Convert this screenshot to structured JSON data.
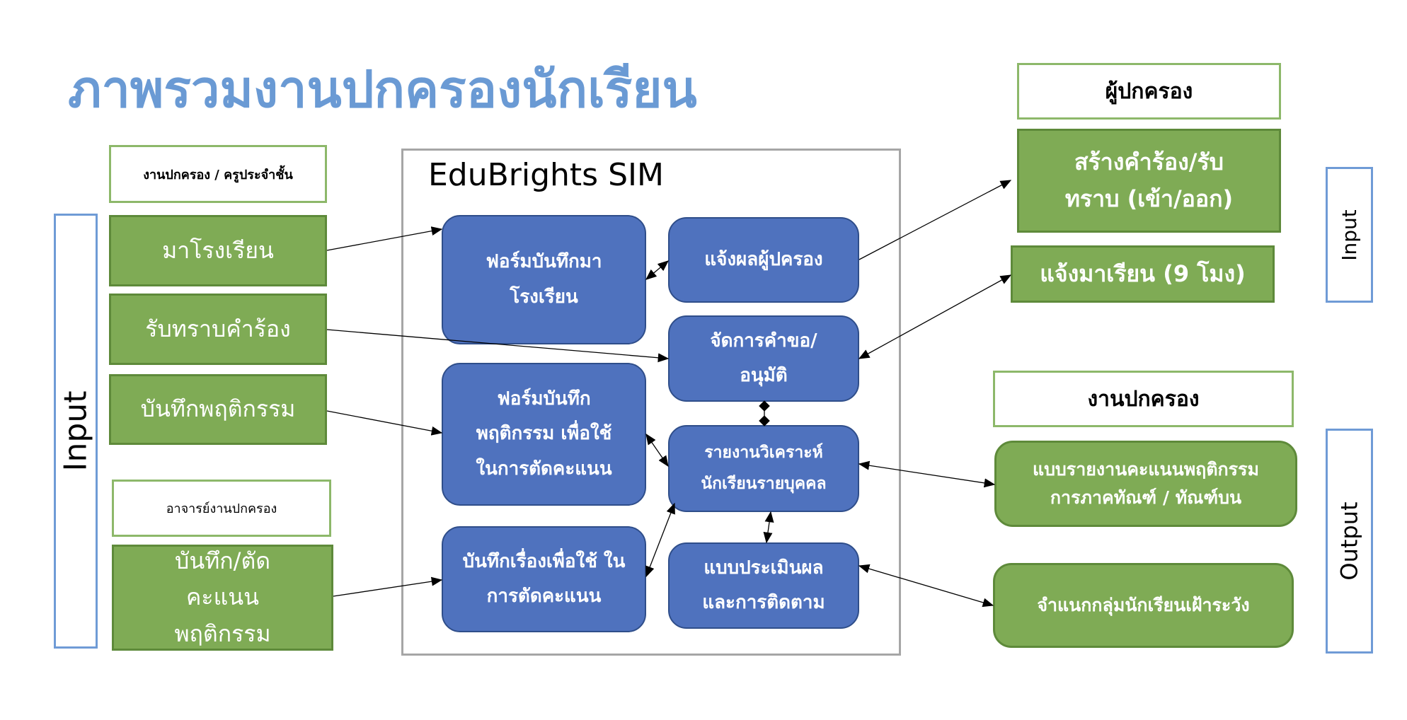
{
  "title": "ภาพรวมงานปกครองนักเรียน",
  "left": {
    "side_label": "Input",
    "header1": "งานปกครอง / ครูประจำชั้น",
    "items1": [
      "มาโรงเรียน",
      "รับทราบคำร้อง",
      "บันทึกพฤติกรรม"
    ],
    "header2": "อาจารย์งานปกครอง",
    "item2": "บันทึก/ตัดคะแนน พฤติกรรม"
  },
  "system": {
    "title": "EduBrights SIM",
    "forms": [
      "ฟอร์มบันทึกมา โรงเรียน",
      "ฟอร์มบันทึก พฤติกรรม เพื่อใช้ ในการตัดคะแนน",
      "บันทึกเรื่องเพื่อใช้ ในการตัดคะแนน"
    ],
    "modules": [
      "แจ้งผลผู้ปครอง",
      "จัดการคำขอ/ อนุมัติ",
      "รายงานวิเคราะห์ นักเรียนรายบุคคล",
      "แบบประเมินผล และการติดตาม"
    ]
  },
  "right": {
    "parent_header": "ผู้ปกครอง",
    "parent_items": [
      "สร้างคำร้อง/รับทราบ (เข้า/ออก)",
      "แจ้งมาเรียน (9 โมง)"
    ],
    "input_label": "Input",
    "admin_header": "งานปกครอง",
    "admin_items": [
      "แบบรายงานคะแนนพฤติกรรม การภาคทัณฑ์ / ทัณฑ์บน",
      "จำแนกกลุ่มนักเรียนเฝ้าระวัง"
    ],
    "output_label": "Output"
  },
  "colors": {
    "green": "#7FAB55",
    "blue": "#4F72BE",
    "title": "#6A9AD4"
  }
}
